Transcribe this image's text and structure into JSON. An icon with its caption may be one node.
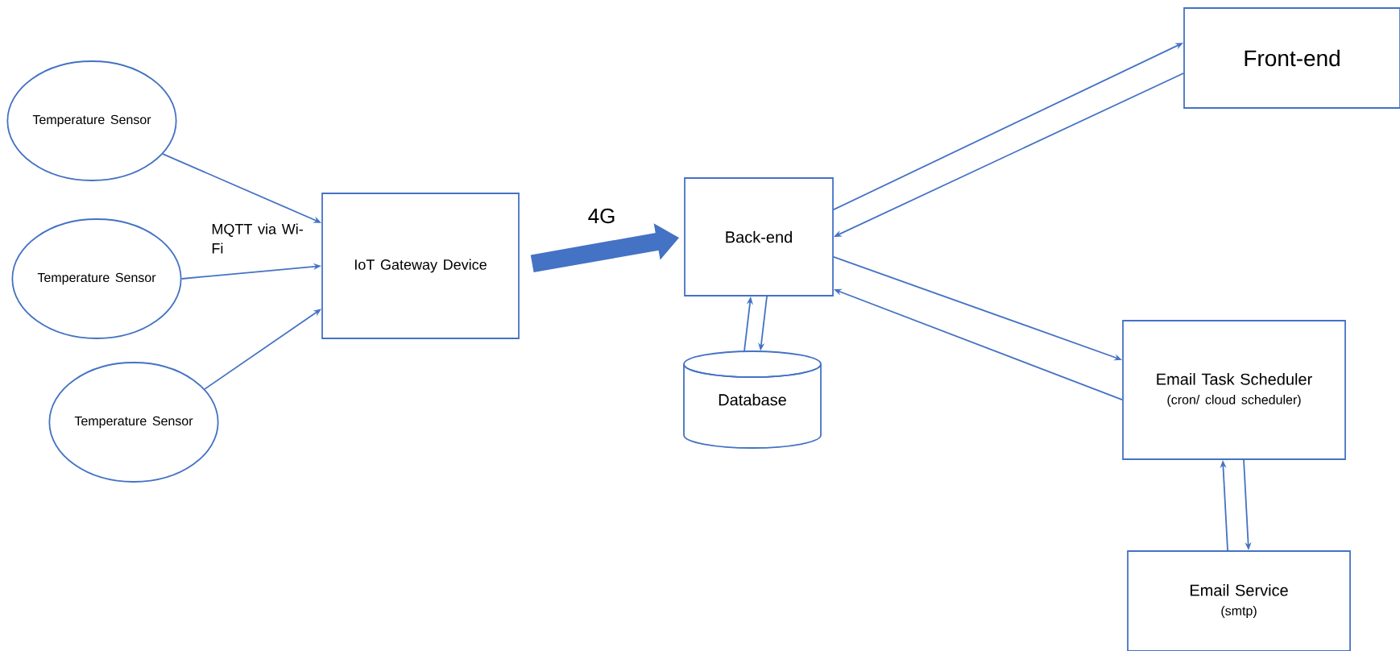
{
  "diagram": {
    "nodes": [
      {
        "text": [
          "Temperature Sensor"
        ]
      },
      {
        "text": [
          "Temperature Sensor"
        ]
      },
      {
        "text": [
          "Temperature Sensor"
        ]
      },
      {
        "text": [
          "IoT Gateway Device"
        ]
      },
      {
        "text": [
          "Back-end"
        ]
      },
      {
        "text": [
          "Database"
        ]
      },
      {
        "text": [
          "Front-end"
        ]
      },
      {
        "text": [
          "Email Task Scheduler",
          "(cron/ cloud scheduler)"
        ]
      },
      {
        "text": [
          "Email Service",
          "(smtp)"
        ]
      }
    ],
    "edges": [
      {
        "from": 0,
        "to": 3,
        "arrow": "to"
      },
      {
        "from": 1,
        "to": 3,
        "arrow": "to"
      },
      {
        "from": 2,
        "to": 3,
        "arrow": "to"
      },
      {
        "from": 3,
        "to": 4,
        "arrow": "to",
        "label": "4G",
        "style": "thick"
      },
      {
        "from": 4,
        "to": 6,
        "arrow": "to"
      },
      {
        "from": 6,
        "to": 4,
        "arrow": "to"
      },
      {
        "from": 4,
        "to": 7,
        "arrow": "to"
      },
      {
        "from": 7,
        "to": 4,
        "arrow": "to"
      },
      {
        "from": 5,
        "to": 4,
        "arrow": "to"
      },
      {
        "from": 4,
        "to": 5,
        "arrow": "to"
      },
      {
        "from": 8,
        "to": 7,
        "arrow": "to"
      },
      {
        "from": 7,
        "to": 8,
        "arrow": "to"
      }
    ],
    "labels": [
      "MQTT via Wi-Fi"
    ]
  }
}
